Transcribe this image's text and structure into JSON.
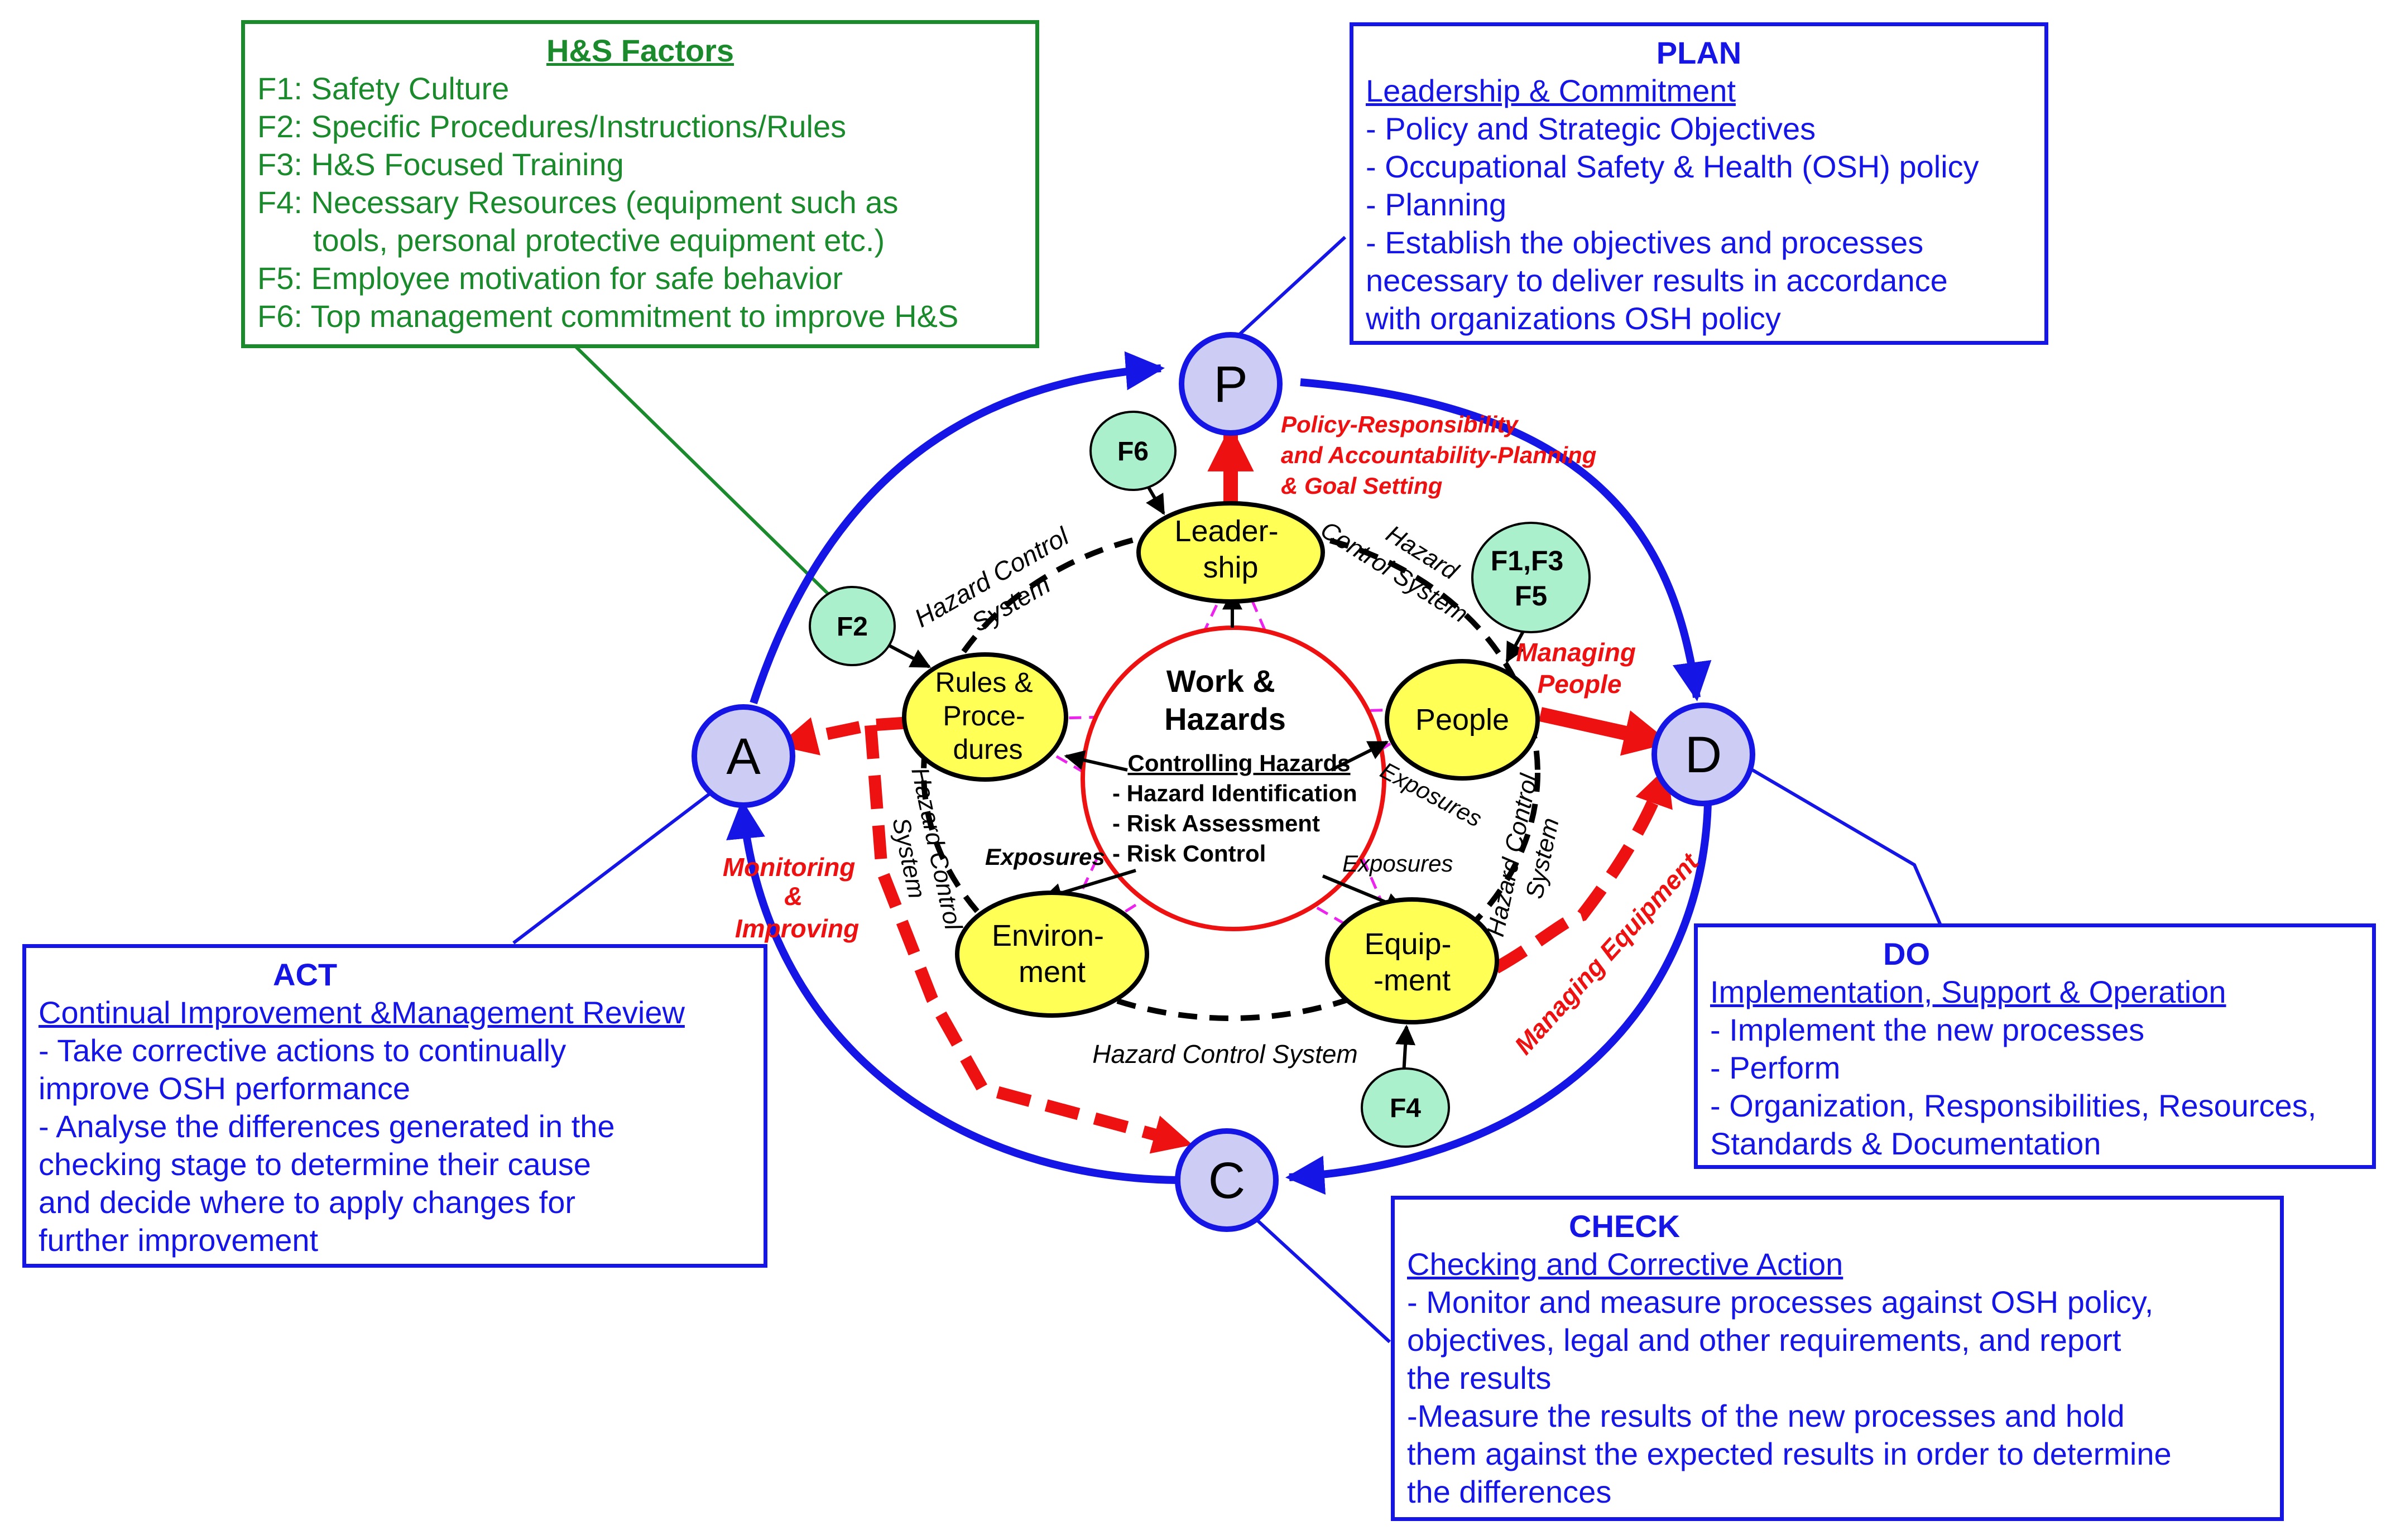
{
  "hs_factors": {
    "title": "H&S Factors",
    "items": [
      "F1: Safety Culture",
      "F2: Specific Procedures/Instructions/Rules",
      "F3: H&S Focused Training",
      "F4: Necessary Resources (equipment such as",
      "tools, personal protective equipment etc.)",
      "F5: Employee motivation for safe behavior",
      "F6: Top management commitment to improve H&S"
    ]
  },
  "plan": {
    "title": "PLAN",
    "subtitle": "Leadership & Commitment",
    "items": [
      "- Policy and Strategic Objectives",
      "- Occupational Safety & Health (OSH) policy",
      "- Planning",
      "- Establish the objectives and processes",
      "necessary to deliver results in accordance",
      "with organizations OSH policy"
    ]
  },
  "act": {
    "title": "ACT",
    "subtitle": "Continual Improvement &Management Review",
    "items": [
      "- Take corrective actions to continually",
      "improve OSH performance",
      "- Analyse the differences generated in the",
      "checking stage to determine their cause",
      "and decide where to apply changes for",
      "further improvement"
    ]
  },
  "do": {
    "title": "DO",
    "subtitle": "Implementation, Support & Operation",
    "items": [
      "-  Implement the new processes",
      "- Perform",
      "- Organization, Responsibilities, Resources,",
      "Standards & Documentation"
    ]
  },
  "check": {
    "title": "CHECK",
    "subtitle": "Checking and Corrective Action",
    "items": [
      "- Monitor and measure processes against OSH policy,",
      "objectives, legal and other requirements, and report",
      "the results",
      "-Measure the results of the new processes and hold",
      "them against the expected results in order to determine",
      "the differences"
    ]
  },
  "pdca": {
    "p": "P",
    "d": "D",
    "c": "C",
    "a": "A"
  },
  "nodes": {
    "leadership": [
      "Leader-",
      "ship"
    ],
    "people": [
      "People"
    ],
    "rules": [
      "Rules &",
      "Proce-",
      "dures"
    ],
    "environment": [
      "Environ-",
      "ment"
    ],
    "equipment": [
      "Equip-",
      "-ment"
    ]
  },
  "center": {
    "title": [
      "Work &",
      "Hazards"
    ],
    "subtitle": "Controlling Hazards",
    "items": [
      "- Hazard Identification",
      "- Risk Assessment",
      "- Risk Control"
    ]
  },
  "factor_bubbles": {
    "f6": [
      "F6"
    ],
    "f2": [
      "F2"
    ],
    "f135": [
      "F1,F3",
      "F5"
    ],
    "f4": [
      "F4"
    ]
  },
  "hcs_labels": {
    "top_left": [
      "Hazard Control",
      "System"
    ],
    "top_right": [
      "Hazard",
      "Control System"
    ],
    "left": [
      "Hazard Control",
      "System"
    ],
    "right": [
      "Hazard Control",
      "System"
    ],
    "bottom": [
      "Hazard Control System"
    ]
  },
  "exposures": {
    "left": "Exposures",
    "right_upper": "Exposures",
    "right_lower": "Exposures"
  },
  "red_labels": {
    "policy": [
      "Policy-Responsibility",
      "and Accountability-Planning",
      "& Goal Setting"
    ],
    "managing_people": [
      "Managing",
      "People"
    ],
    "monitoring": [
      "Monitoring",
      "&",
      "Improving"
    ],
    "managing_equipment": [
      "Managing Equipment"
    ]
  },
  "colors": {
    "blue": "#1515e6",
    "green": "#1a8a2c",
    "red": "#ee1111",
    "node_fill": "#ffff55",
    "bubble_fill": "#aaf0cc",
    "pdca_fill": "#ccccf5",
    "magenta": "#ee22ee"
  }
}
